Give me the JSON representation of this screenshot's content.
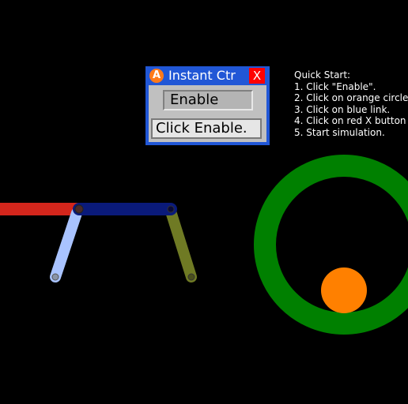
{
  "dialog": {
    "logo_letter": "A",
    "title": "Instant Ctr",
    "close_label": "X",
    "enable_label": "Enable",
    "status_text": "Click Enable."
  },
  "quick_start": {
    "heading": "Quick Start:",
    "steps": [
      "1. Click \"Enable\".",
      "2. Click on orange circle",
      "3. Click on blue link.",
      "4. Click on red X button",
      "5. Start simulation."
    ]
  },
  "colors": {
    "background": "#000000",
    "red_link": "#d3261c",
    "blue_link": "#0a1a7a",
    "light_blue_link": "#a9c3ff",
    "olive_link": "#6f7a24",
    "ring": "#008000",
    "orange_ball": "#ff8000",
    "dialog_blue": "#2157d6",
    "close_red": "#ff0000"
  }
}
